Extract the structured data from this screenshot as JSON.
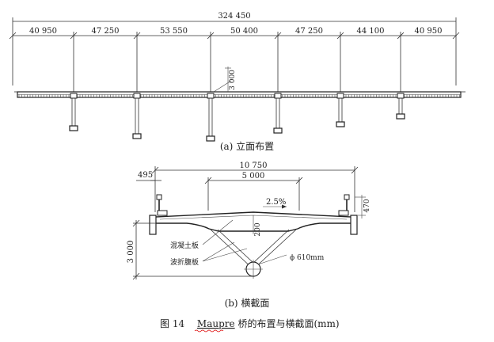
{
  "elevation": {
    "total_length": "324 450",
    "spans": [
      "40 950",
      "47 250",
      "53 550",
      "50 400",
      "47 250",
      "44 100",
      "40 950"
    ],
    "depth": "3 000",
    "caption": "(a)  立面布置"
  },
  "cross_section": {
    "width": "10 750",
    "inner_width": "5 000",
    "edge_offset": "495",
    "height": "3 000",
    "rail_height": "470",
    "slope": "2.5%",
    "slab_thickness": "200",
    "tube_diameter": "ϕ 610mm",
    "label_concrete": "混凝土板",
    "label_web": "波折腹板",
    "caption": "(b)  横截面"
  },
  "figure": {
    "number": "图 14",
    "title_en": "Maupre",
    "title_cn": " 桥的布置与横截面(mm)"
  }
}
